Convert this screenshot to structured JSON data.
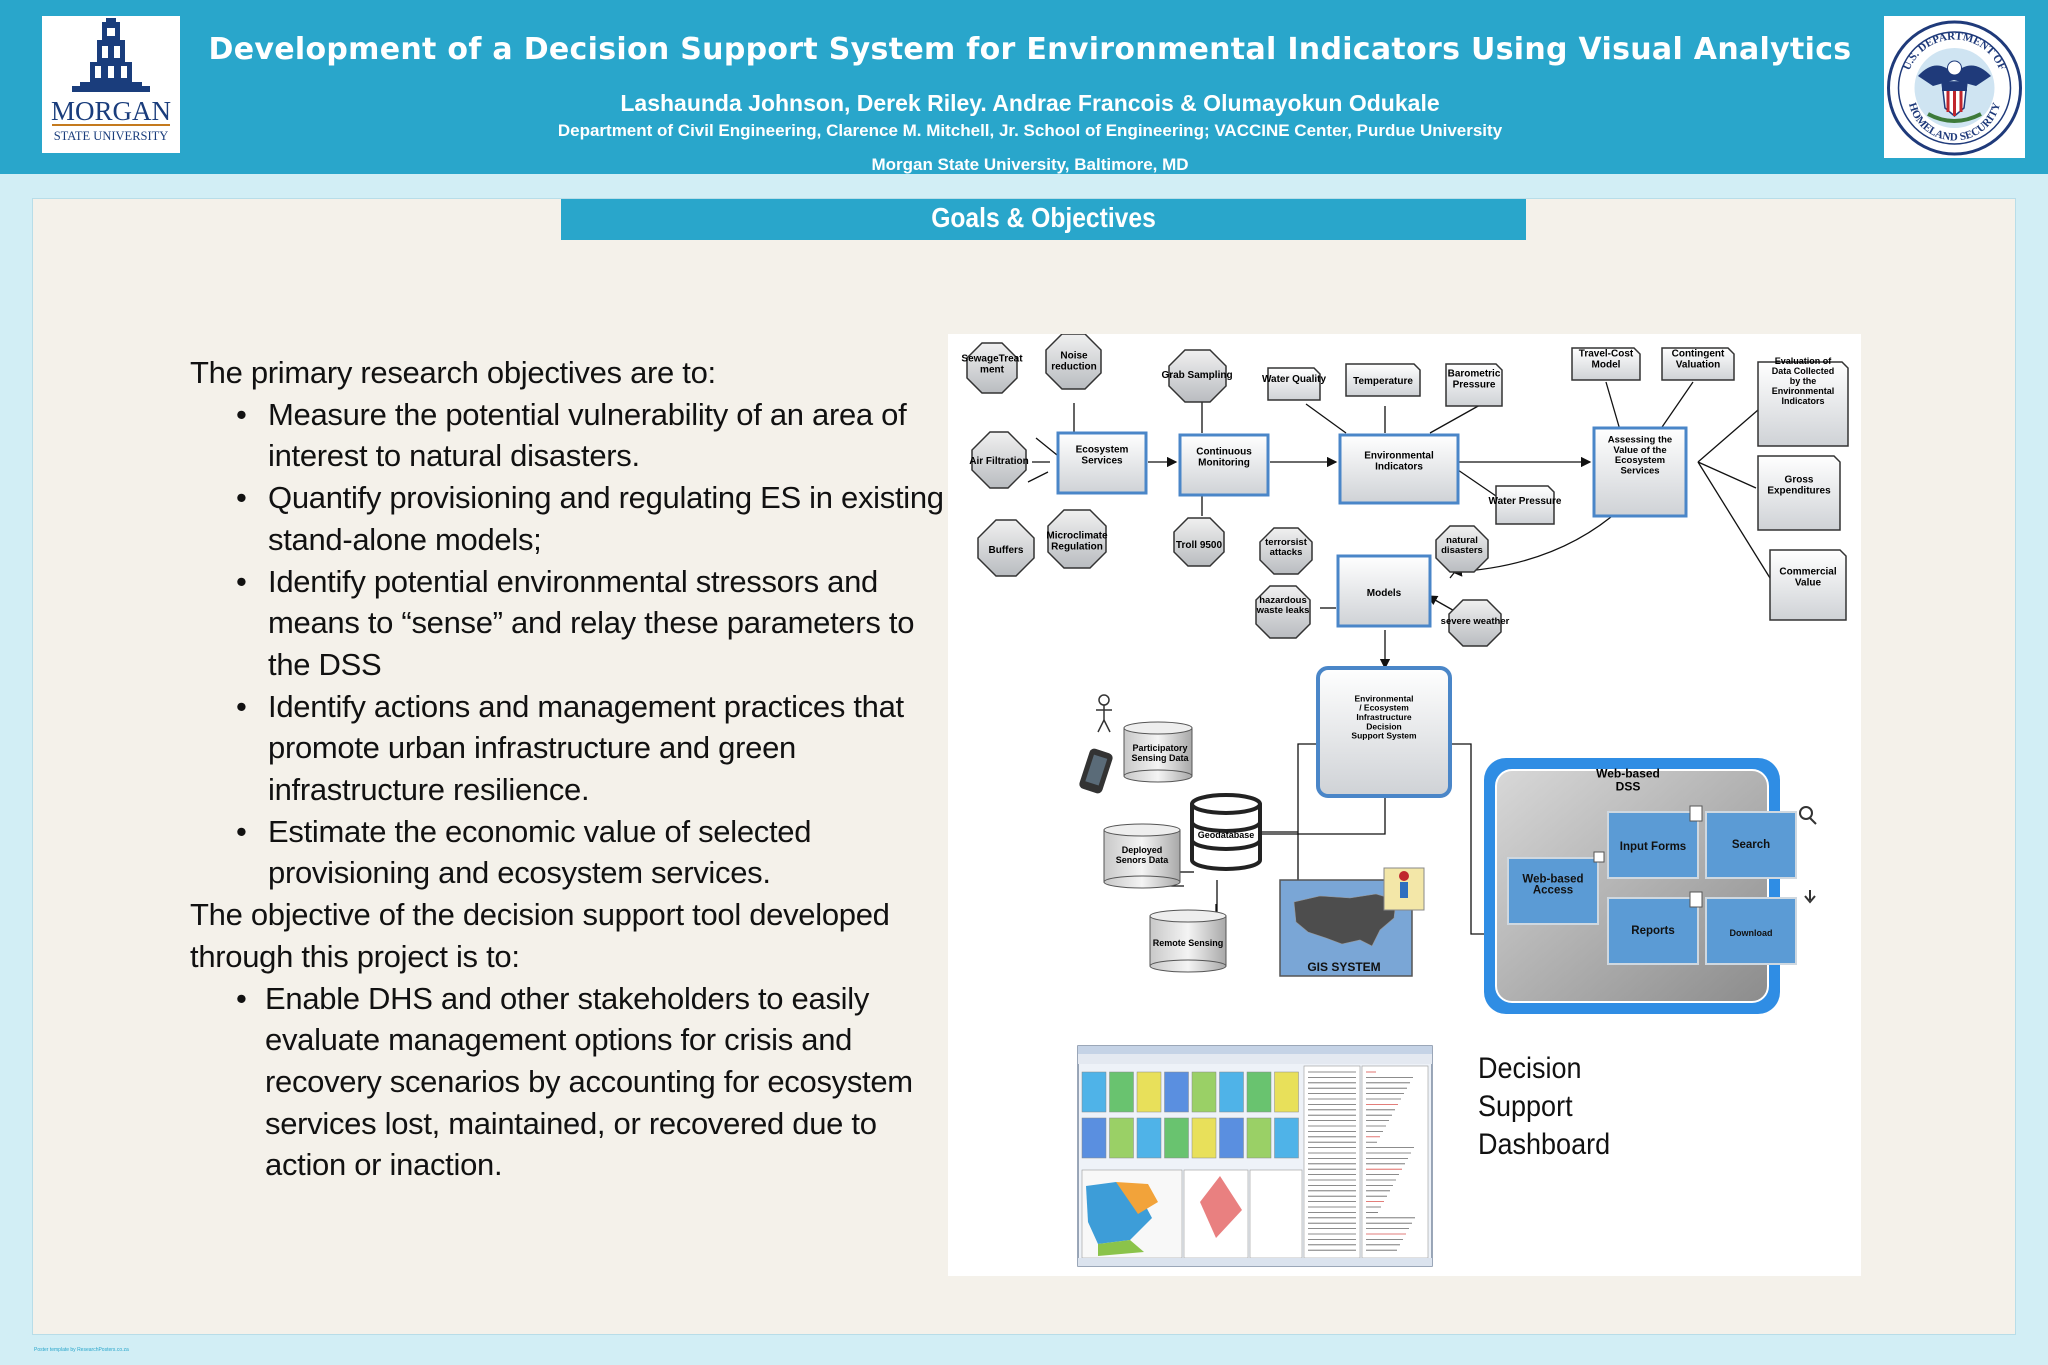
{
  "header": {
    "title": "Development of a Decision Support System for Environmental Indicators Using Visual Analytics",
    "authors": "Lashaunda Johnson, Derek Riley. Andrae Francois & Olumayokun Odukale",
    "department": "Department of Civil Engineering, Clarence M. Mitchell, Jr. School of Engineering; VACCINE Center, Purdue University",
    "location": "Morgan State University, Baltimore, MD",
    "logo_left": {
      "line1": "MORGAN",
      "line2": "STATE UNIVERSITY"
    },
    "logo_right": {
      "top": "U.S. DEPARTMENT OF",
      "bottom": "HOMELAND SECURITY"
    }
  },
  "section": {
    "title": "Goals & Objectives"
  },
  "objectives": {
    "intro": "The primary research objectives are to:",
    "items": [
      "Measure the potential vulnerability of an area of interest to natural disasters.",
      "Quantify provisioning and regulating ES in existing stand-alone models;",
      "Identify potential environmental stressors and means to “sense” and relay these parameters to the DSS",
      "Identify actions and management practices that promote urban infrastructure and green infrastructure resilience.",
      "Estimate the economic value of selected provisioning and ecosystem services."
    ],
    "intro2": "The objective of the decision support tool developed through this project is to:",
    "items2": [
      "Enable DHS and other stakeholders to easily evaluate management options for crisis and recovery scenarios by accounting for ecosystem services lost, maintained, or recovered due to action or inaction."
    ]
  },
  "diagram": {
    "octagons": [
      "SewageTreat ment",
      "Noise reduction",
      "Air Filtration",
      "Buffers",
      "Microclimate Regulation",
      "Grab Sampling",
      "Troll 9500",
      "terrorsist attacks",
      "hazardous waste leaks",
      "natural disasters",
      "severe weather"
    ],
    "notes": [
      "Water Quality",
      "Temperature",
      "Barometric Pressure",
      "Water Pressure",
      "Travel-Cost Model",
      "Contingent Valuation",
      "Evaluation of Data Collected by the Environmental Indicators",
      "Gross Expenditures",
      "Commercial Value"
    ],
    "boxes": [
      "Ecosystem Services",
      "Continuous Monitoring",
      "Environmental Indicators",
      "Assessing the Value of the Ecosystem Services",
      "Models"
    ],
    "dss_core": "Environmental / Ecosystem Infrastructure Decision Support System",
    "data_sources": [
      "Participatory Sensing Data",
      "Geodatabase",
      "Deployed Senors Data",
      "Remote Sensing"
    ],
    "gis": "GIS SYSTEM",
    "web_dss": {
      "title": "Web-based DSS",
      "access": "Web-based Access",
      "buttons": [
        "Input Forms",
        "Search",
        "Reports",
        "Download"
      ]
    }
  },
  "caption": [
    "Decision",
    "Support",
    "Dashboard"
  ],
  "credit": "Poster template by ResearchPosters.co.za",
  "colors": {
    "header_bg": "#29a6cb",
    "panel_bg": "#f4f1ea",
    "page_bg": "#d2eef5",
    "dss_blue": "#5b9bd5"
  }
}
